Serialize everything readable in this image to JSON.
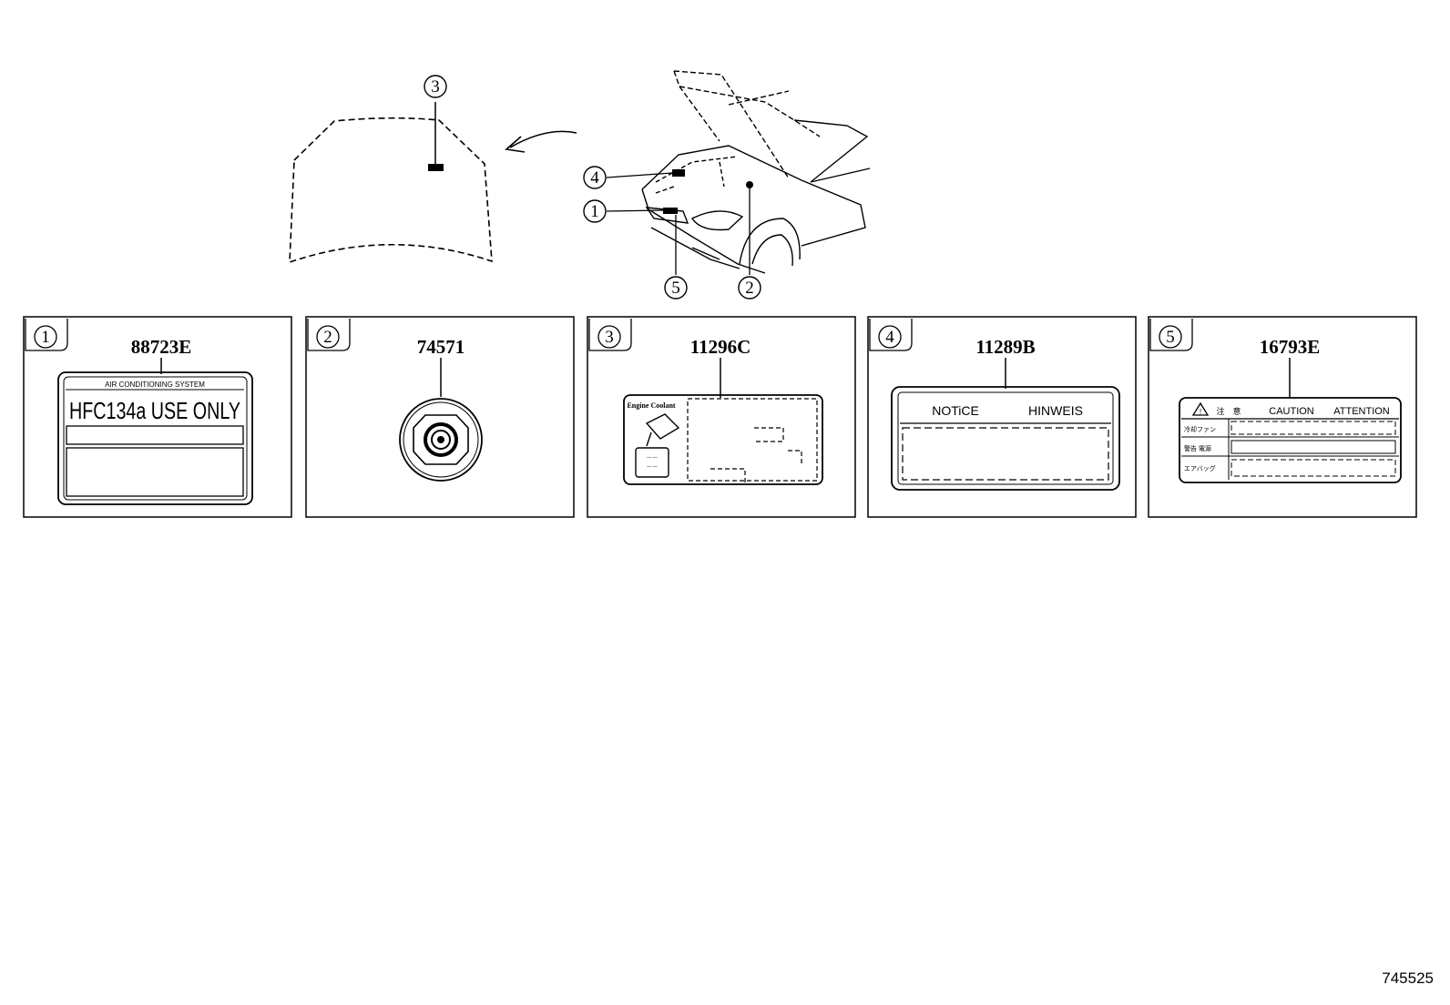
{
  "diagram": {
    "id_code": "745525",
    "callouts": [
      {
        "num": "1",
        "glyph": "①"
      },
      {
        "num": "2",
        "glyph": "②"
      },
      {
        "num": "3",
        "glyph": "③"
      },
      {
        "num": "4",
        "glyph": "④"
      },
      {
        "num": "5",
        "glyph": "⑤"
      }
    ],
    "panels": [
      {
        "callout": "①",
        "part_number": "88723E",
        "label_header": "AIR CONDITIONING SYSTEM",
        "label_main": "HFC134a USE ONLY"
      },
      {
        "callout": "②",
        "part_number": "74571"
      },
      {
        "callout": "③",
        "part_number": "11296C",
        "label_header": "Engine Coolant",
        "label_small_1": "— —",
        "label_small_2": "— —"
      },
      {
        "callout": "④",
        "part_number": "11289B",
        "label_left": "NOTiCE",
        "label_right": "HINWEIS"
      },
      {
        "callout": "⑤",
        "part_number": "16793E",
        "label_jp_1": "注",
        "label_jp_2": "意",
        "label_left": "CAUTION",
        "label_right": "ATTENTION",
        "row_1": "冷却ファン",
        "row_2": "警告 電源",
        "row_3": "エアバッグ"
      }
    ]
  }
}
